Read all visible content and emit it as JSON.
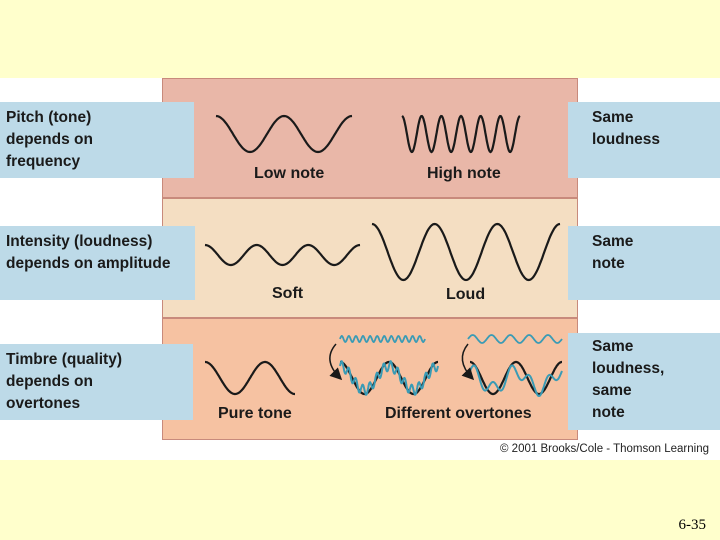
{
  "rows": [
    {
      "left_label": "Pitch (tone)\ndepends on\nfrequency",
      "right_label": "Same\nloudness",
      "color": "#E9B7A8"
    },
    {
      "left_label": "Intensity (loudness)\ndepends on amplitude",
      "right_label": "Same\nnote",
      "color": "#F4DEC2"
    },
    {
      "left_label": "Timbre (quality)\ndepends on\novertones",
      "right_label": "Same\nloudness,\nsame\nnote",
      "color": "#F6C2A2"
    }
  ],
  "wave_labels": {
    "low_note": "Low note",
    "high_note": "High note",
    "soft": "Soft",
    "loud": "Loud",
    "pure_tone": "Pure tone",
    "different_overtones": "Different overtones"
  },
  "copyright": "© 2001 Brooks/Cole - Thomson Learning",
  "slide_number": "6-35",
  "colors": {
    "wave": "#1a1a1a",
    "overtone": "#3A9BB5",
    "label_box": "#BDDAE8"
  }
}
